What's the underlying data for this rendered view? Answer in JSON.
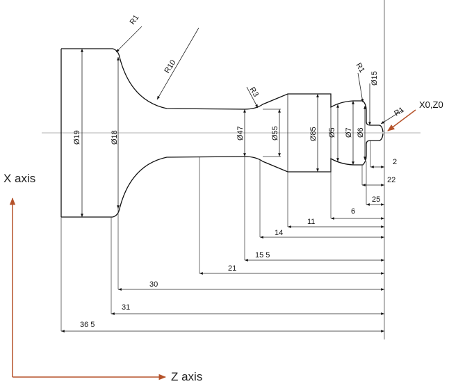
{
  "colors": {
    "axis_arrow": "#b5522a",
    "drawing": "#111111"
  },
  "labels": {
    "x_axis": "X axis",
    "z_axis": "Z axis",
    "origin": "X0,Z0"
  },
  "radii": {
    "r1_top_left": "R1",
    "r10": "R10",
    "r3": "R3",
    "r1_step": "R1",
    "r1_tip": "R1"
  },
  "diameters": {
    "d19": "Ø19",
    "d18": "Ø18",
    "d47": "Ø47",
    "d55": "Ø55",
    "d85": "Ø85",
    "d5": "Ø5",
    "d7": "Ø7",
    "d6": "Ø6",
    "d15": "Ø15"
  },
  "lengths": {
    "l2": "2",
    "l22": "22",
    "l25": "25",
    "l6": "6",
    "l11": "11",
    "l14": "14",
    "l155": "15 5",
    "l21": "21",
    "l30": "30",
    "l31": "31",
    "l365": "36 5"
  }
}
